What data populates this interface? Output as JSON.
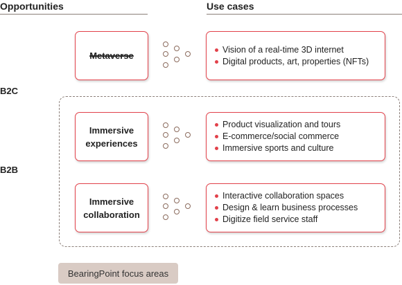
{
  "headers": {
    "opportunities": "Opportunities",
    "use_cases": "Use cases"
  },
  "segments": {
    "b2c": "B2C",
    "b2b": "B2B"
  },
  "rows": [
    {
      "opportunity": [
        "Metaverse"
      ],
      "struck": true,
      "use_cases": [
        "Vision of a real-time 3D internet",
        "Digital products, art, properties (NFTs)"
      ]
    },
    {
      "opportunity": [
        "Immersive",
        "experiences"
      ],
      "struck": false,
      "use_cases": [
        "Product visualization and tours",
        "E-commerce/social commerce",
        "Immersive sports and culture"
      ]
    },
    {
      "opportunity": [
        "Immersive",
        "collaboration"
      ],
      "struck": false,
      "use_cases": [
        "Interactive collaboration spaces",
        "Design & learn business processes",
        "Digitize field service staff"
      ]
    }
  ],
  "legend": {
    "label": "BearingPoint focus areas"
  },
  "colors": {
    "accent_red": "#e2414a",
    "line_grey": "#8a7e78",
    "legend_bg": "#d9cbc4"
  }
}
